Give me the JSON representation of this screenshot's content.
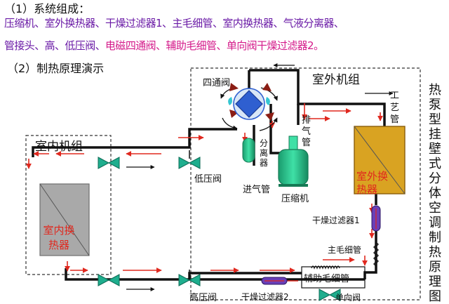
{
  "header": {
    "system_title": "（1）系统组成：",
    "components_line1": "压缩机、室外换热器、干燥过滤器1、主毛细管、室内换热器、气液分离器、",
    "components_line2_a": "管接头、高、低压阀、",
    "components_line2_b": "电磁四通阀、辅助毛细管、单向阀干燥过滤器2。",
    "demo_title": "（2）制热原理演示"
  },
  "side_title": "热泵型挂壁式分体空调制热原理图",
  "labels": {
    "outdoor_unit": "室外机组",
    "indoor_unit": "室内机组",
    "four_way_valve": "四通阀",
    "exhaust_pipe": "排气管",
    "process_pipe": "工艺管",
    "separator": "分离器",
    "compressor": "压缩机",
    "intake_pipe": "进气管",
    "low_pressure_valve": "低压阀",
    "high_pressure_valve": "高压阀",
    "outdoor_hx": "室外换热器",
    "indoor_hx": "室内换热器",
    "dry_filter_1": "干燥过滤器1",
    "main_capillary": "主毛细管",
    "aux_capillary": "辅助毛细管",
    "dry_filter_2": "干燥过滤器2",
    "check_valve": "单向阀"
  },
  "colors": {
    "pipe": "#111111",
    "flow_arrow": "#e0281e",
    "valve": "#1fae8e",
    "four_way": "#2f5fd0",
    "outdoor_hx_fill": "#d9a322",
    "indoor_hx_fill": "#a9a9a9",
    "component_green": "#2dc28e",
    "filter": "#6a3fb8",
    "title_purple": "#6a1aa6",
    "title_pink": "#d41a8a"
  }
}
